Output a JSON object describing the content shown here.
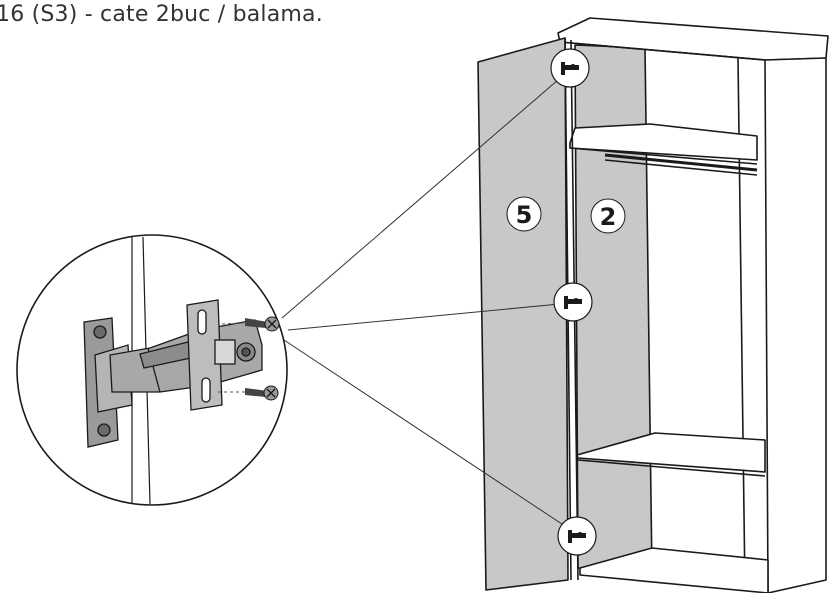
{
  "instruction": {
    "text": "16 (S3) - cate 2buc / balama."
  },
  "parts": {
    "door": {
      "label": "5"
    },
    "side_panel": {
      "label": "2"
    }
  },
  "hinge_points": [
    {
      "id": "top",
      "icon": "hinge-icon"
    },
    {
      "id": "middle",
      "icon": "hinge-icon"
    },
    {
      "id": "bottom",
      "icon": "hinge-icon"
    }
  ],
  "detail_view": {
    "screws": 2,
    "icon": "screw-icon"
  },
  "colors": {
    "panel_fill": "#c8c8c8",
    "line": "#1a1a1a",
    "background": "#ffffff",
    "badge_fill": "#ffffff"
  }
}
